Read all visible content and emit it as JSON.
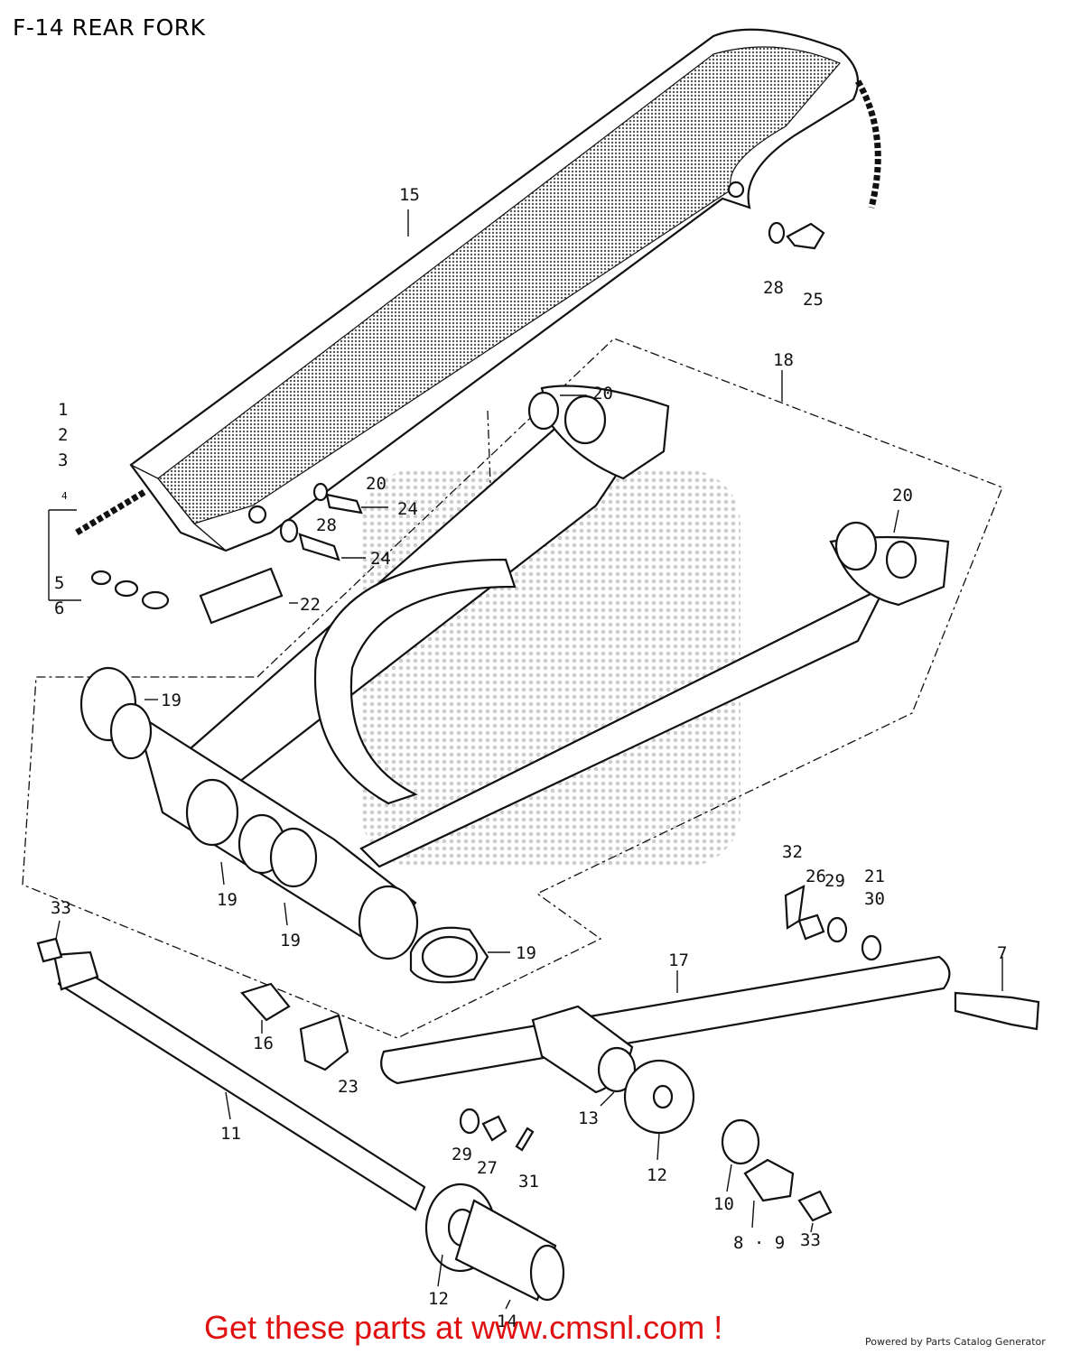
{
  "header": {
    "title": "F-14  REAR FORK"
  },
  "labels": {
    "l15": "15",
    "l28a": "28",
    "l25": "25",
    "l18": "18",
    "l20a": "20",
    "l20b": "20",
    "l20c": "20",
    "l1": "1",
    "l2": "2",
    "l3": "3",
    "l4": "4",
    "l24a": "24",
    "l28b": "28",
    "l24b": "24",
    "l5": "5",
    "l6": "6",
    "l22": "22",
    "l19a": "19",
    "l19b": "19",
    "l19c": "19",
    "l19d": "19",
    "l33a": "33",
    "l32": "32",
    "l26": "26",
    "l29a": "29",
    "l21": "21",
    "l30": "30",
    "l7": "7",
    "l17": "17",
    "l16": "16",
    "l23": "23",
    "l11": "11",
    "l13": "13",
    "l29b": "29",
    "l27": "27",
    "l31": "31",
    "l12a": "12",
    "l10": "10",
    "l89": "8 · 9",
    "l33b": "33",
    "l12b": "12",
    "l14": "14"
  },
  "footer": {
    "cta": "Get these parts at www.cmsnl.com !",
    "powered": "Powered by Parts Catalog Generator"
  },
  "colors": {
    "cta": "#e01010",
    "ink": "#111111",
    "shade": "#555555"
  }
}
